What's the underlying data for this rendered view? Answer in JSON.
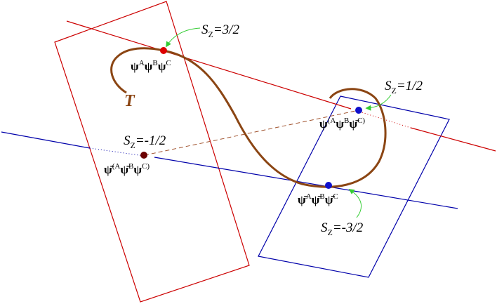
{
  "labels": {
    "T": "T",
    "sz_32": {
      "base": "S",
      "sub": "Z",
      "value": "=3/2"
    },
    "sz_12": {
      "base": "S",
      "sub": "Z",
      "value": "=1/2"
    },
    "sz_m12": {
      "base": "S",
      "sub": "Z",
      "value": "=-1/2"
    },
    "sz_m32": {
      "base": "S",
      "sub": "Z",
      "value": "=-3/2"
    }
  },
  "states": {
    "s32": {
      "parts": [
        [
          "ψ",
          ""
        ],
        [
          "A",
          ""
        ],
        [
          "ψ",
          ""
        ],
        [
          "B",
          ""
        ],
        [
          "ψ",
          ""
        ],
        [
          "C",
          ""
        ]
      ]
    },
    "s12": {
      "text": "ψ(AψBψC)"
    },
    "sm12": {
      "text": "ψ(AψBψC)"
    },
    "sm32": {
      "text": "ψAψBψC"
    }
  },
  "colors": {
    "red_plane": "#cc0000",
    "blue_plane": "#0000aa",
    "curve": "#8b4513",
    "arrow": "#33cc33",
    "point_red": "#dd0000",
    "point_blue": "#1010cc",
    "point_dark": "#6b0000"
  }
}
